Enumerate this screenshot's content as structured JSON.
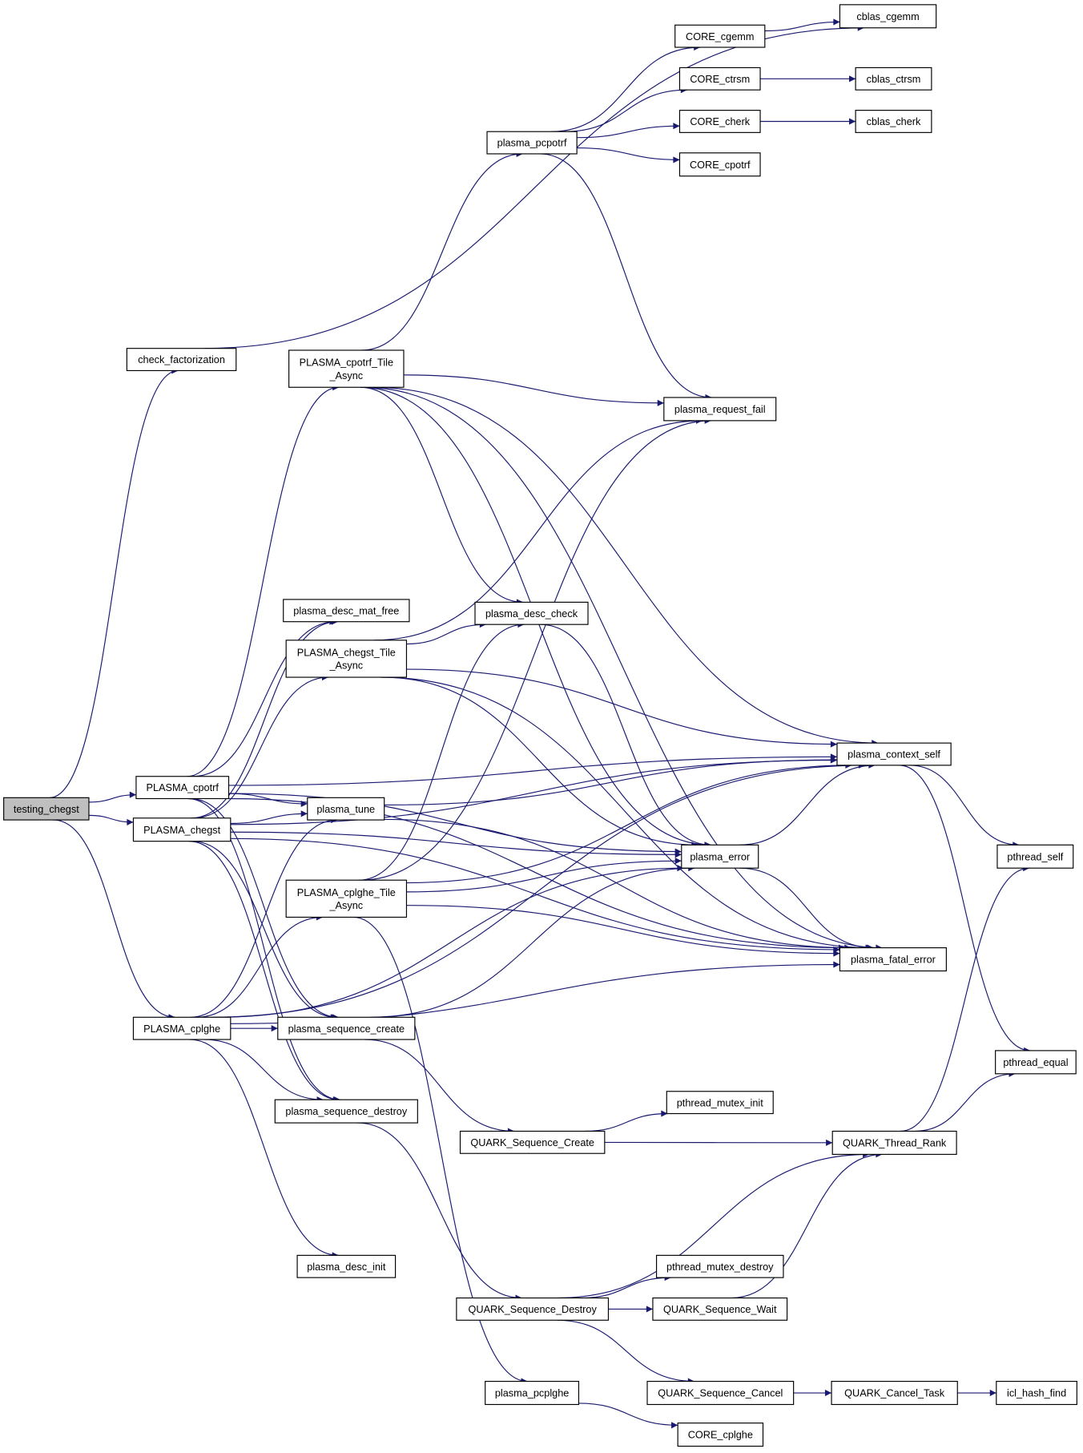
{
  "colors": {
    "edge": "#191970",
    "root_fill": "#bfbfbf",
    "node_fill": "#ffffff"
  },
  "nodes": [
    {
      "id": "testing_chegst",
      "lines": [
        "testing_chegst"
      ],
      "root": true
    },
    {
      "id": "PLASMA_cpotrf",
      "lines": [
        "PLASMA_cpotrf"
      ]
    },
    {
      "id": "PLASMA_chegst",
      "lines": [
        "PLASMA_chegst"
      ]
    },
    {
      "id": "PLASMA_cplghe",
      "lines": [
        "PLASMA_cplghe"
      ]
    },
    {
      "id": "check_factorization",
      "lines": [
        "check_factorization"
      ]
    },
    {
      "id": "PLASMA_cpotrf_Tile_Async",
      "lines": [
        "PLASMA_cpotrf_Tile",
        "_Async"
      ]
    },
    {
      "id": "PLASMA_chegst_Tile_Async",
      "lines": [
        "PLASMA_chegst_Tile",
        "_Async"
      ]
    },
    {
      "id": "PLASMA_cplghe_Tile_Async",
      "lines": [
        "PLASMA_cplghe_Tile",
        "_Async"
      ]
    },
    {
      "id": "plasma_desc_mat_free",
      "lines": [
        "plasma_desc_mat_free"
      ]
    },
    {
      "id": "plasma_tune",
      "lines": [
        "plasma_tune"
      ]
    },
    {
      "id": "plasma_sequence_create",
      "lines": [
        "plasma_sequence_create"
      ]
    },
    {
      "id": "plasma_sequence_destroy",
      "lines": [
        "plasma_sequence_destroy"
      ]
    },
    {
      "id": "plasma_desc_init",
      "lines": [
        "plasma_desc_init"
      ]
    },
    {
      "id": "plasma_pcpotrf",
      "lines": [
        "plasma_pcpotrf"
      ]
    },
    {
      "id": "plasma_desc_check",
      "lines": [
        "plasma_desc_check"
      ]
    },
    {
      "id": "QUARK_Sequence_Create",
      "lines": [
        "QUARK_Sequence_Create"
      ]
    },
    {
      "id": "QUARK_Sequence_Destroy",
      "lines": [
        "QUARK_Sequence_Destroy"
      ]
    },
    {
      "id": "plasma_pcplghe",
      "lines": [
        "plasma_pcplghe"
      ]
    },
    {
      "id": "QUARK_Sequence_Cancel",
      "lines": [
        "QUARK_Sequence_Cancel"
      ]
    },
    {
      "id": "CORE_cgemm",
      "lines": [
        "CORE_cgemm"
      ]
    },
    {
      "id": "CORE_ctrsm",
      "lines": [
        "CORE_ctrsm"
      ]
    },
    {
      "id": "CORE_cherk",
      "lines": [
        "CORE_cherk"
      ]
    },
    {
      "id": "CORE_cpotrf",
      "lines": [
        "CORE_cpotrf"
      ]
    },
    {
      "id": "plasma_request_fail",
      "lines": [
        "plasma_request_fail"
      ]
    },
    {
      "id": "plasma_error",
      "lines": [
        "plasma_error"
      ]
    },
    {
      "id": "pthread_mutex_init",
      "lines": [
        "pthread_mutex_init"
      ]
    },
    {
      "id": "pthread_mutex_destroy",
      "lines": [
        "pthread_mutex_destroy"
      ]
    },
    {
      "id": "QUARK_Sequence_Wait",
      "lines": [
        "QUARK_Sequence_Wait"
      ]
    },
    {
      "id": "CORE_cplghe",
      "lines": [
        "CORE_cplghe"
      ]
    },
    {
      "id": "cblas_cgemm",
      "lines": [
        "cblas_cgemm"
      ]
    },
    {
      "id": "cblas_ctrsm",
      "lines": [
        "cblas_ctrsm"
      ]
    },
    {
      "id": "cblas_cherk",
      "lines": [
        "cblas_cherk"
      ]
    },
    {
      "id": "plasma_context_self",
      "lines": [
        "plasma_context_self"
      ]
    },
    {
      "id": "plasma_fatal_error",
      "lines": [
        "plasma_fatal_error"
      ]
    },
    {
      "id": "QUARK_Thread_Rank",
      "lines": [
        "QUARK_Thread_Rank"
      ]
    },
    {
      "id": "QUARK_Cancel_Task",
      "lines": [
        "QUARK_Cancel_Task"
      ]
    },
    {
      "id": "icl_hash_find",
      "lines": [
        "icl_hash_find"
      ]
    },
    {
      "id": "pthread_self",
      "lines": [
        "pthread_self"
      ]
    },
    {
      "id": "pthread_equal",
      "lines": [
        "pthread_equal"
      ]
    }
  ],
  "edges": [
    [
      "testing_chegst",
      "check_factorization"
    ],
    [
      "testing_chegst",
      "PLASMA_cpotrf"
    ],
    [
      "testing_chegst",
      "PLASMA_chegst"
    ],
    [
      "testing_chegst",
      "PLASMA_cplghe"
    ],
    [
      "check_factorization",
      "cblas_cgemm"
    ],
    [
      "PLASMA_cpotrf",
      "PLASMA_cpotrf_Tile_Async"
    ],
    [
      "PLASMA_cpotrf",
      "plasma_desc_mat_free"
    ],
    [
      "PLASMA_cpotrf",
      "plasma_tune"
    ],
    [
      "PLASMA_cpotrf",
      "plasma_context_self"
    ],
    [
      "PLASMA_cpotrf",
      "plasma_error"
    ],
    [
      "PLASMA_cpotrf",
      "plasma_fatal_error"
    ],
    [
      "PLASMA_cpotrf",
      "plasma_sequence_create"
    ],
    [
      "PLASMA_cpotrf",
      "plasma_sequence_destroy"
    ],
    [
      "PLASMA_chegst",
      "PLASMA_chegst_Tile_Async"
    ],
    [
      "PLASMA_chegst",
      "plasma_desc_mat_free"
    ],
    [
      "PLASMA_chegst",
      "plasma_tune"
    ],
    [
      "PLASMA_chegst",
      "plasma_context_self"
    ],
    [
      "PLASMA_chegst",
      "plasma_error"
    ],
    [
      "PLASMA_chegst",
      "plasma_fatal_error"
    ],
    [
      "PLASMA_chegst",
      "plasma_sequence_create"
    ],
    [
      "PLASMA_chegst",
      "plasma_sequence_destroy"
    ],
    [
      "PLASMA_cplghe",
      "PLASMA_cplghe_Tile_Async"
    ],
    [
      "PLASMA_cplghe",
      "plasma_tune"
    ],
    [
      "PLASMA_cplghe",
      "plasma_context_self"
    ],
    [
      "PLASMA_cplghe",
      "plasma_error"
    ],
    [
      "PLASMA_cplghe",
      "plasma_fatal_error"
    ],
    [
      "PLASMA_cplghe",
      "plasma_sequence_create"
    ],
    [
      "PLASMA_cplghe",
      "plasma_sequence_destroy"
    ],
    [
      "PLASMA_cplghe",
      "plasma_desc_init"
    ],
    [
      "PLASMA_cpotrf_Tile_Async",
      "plasma_pcpotrf"
    ],
    [
      "PLASMA_cpotrf_Tile_Async",
      "plasma_context_self"
    ],
    [
      "PLASMA_cpotrf_Tile_Async",
      "plasma_request_fail"
    ],
    [
      "PLASMA_cpotrf_Tile_Async",
      "plasma_desc_check"
    ],
    [
      "PLASMA_cpotrf_Tile_Async",
      "plasma_error"
    ],
    [
      "PLASMA_cpotrf_Tile_Async",
      "plasma_fatal_error"
    ],
    [
      "PLASMA_chegst_Tile_Async",
      "plasma_context_self"
    ],
    [
      "PLASMA_chegst_Tile_Async",
      "plasma_desc_check"
    ],
    [
      "PLASMA_chegst_Tile_Async",
      "plasma_error"
    ],
    [
      "PLASMA_chegst_Tile_Async",
      "plasma_fatal_error"
    ],
    [
      "PLASMA_chegst_Tile_Async",
      "plasma_request_fail"
    ],
    [
      "PLASMA_cplghe_Tile_Async",
      "plasma_pcplghe"
    ],
    [
      "PLASMA_cplghe_Tile_Async",
      "plasma_error"
    ],
    [
      "PLASMA_cplghe_Tile_Async",
      "plasma_fatal_error"
    ],
    [
      "PLASMA_cplghe_Tile_Async",
      "plasma_request_fail"
    ],
    [
      "PLASMA_cplghe_Tile_Async",
      "plasma_desc_check"
    ],
    [
      "PLASMA_cplghe_Tile_Async",
      "plasma_context_self"
    ],
    [
      "plasma_pcpotrf",
      "CORE_cgemm"
    ],
    [
      "plasma_pcpotrf",
      "CORE_ctrsm"
    ],
    [
      "plasma_pcpotrf",
      "CORE_cherk"
    ],
    [
      "plasma_pcpotrf",
      "CORE_cpotrf"
    ],
    [
      "plasma_pcpotrf",
      "plasma_request_fail"
    ],
    [
      "CORE_cgemm",
      "cblas_cgemm"
    ],
    [
      "CORE_ctrsm",
      "cblas_ctrsm"
    ],
    [
      "CORE_cherk",
      "cblas_cherk"
    ],
    [
      "plasma_tune",
      "plasma_context_self"
    ],
    [
      "plasma_tune",
      "plasma_fatal_error"
    ],
    [
      "plasma_desc_check",
      "plasma_error"
    ],
    [
      "plasma_error",
      "plasma_context_self"
    ],
    [
      "plasma_error",
      "plasma_fatal_error"
    ],
    [
      "plasma_context_self",
      "pthread_self"
    ],
    [
      "plasma_context_self",
      "pthread_equal"
    ],
    [
      "plasma_sequence_create",
      "plasma_error"
    ],
    [
      "plasma_sequence_create",
      "QUARK_Sequence_Create"
    ],
    [
      "plasma_sequence_destroy",
      "QUARK_Sequence_Destroy"
    ],
    [
      "QUARK_Sequence_Create",
      "pthread_mutex_init"
    ],
    [
      "QUARK_Sequence_Create",
      "QUARK_Thread_Rank"
    ],
    [
      "QUARK_Sequence_Destroy",
      "pthread_mutex_destroy"
    ],
    [
      "QUARK_Sequence_Destroy",
      "QUARK_Sequence_Wait"
    ],
    [
      "QUARK_Sequence_Destroy",
      "QUARK_Sequence_Cancel"
    ],
    [
      "QUARK_Sequence_Destroy",
      "QUARK_Thread_Rank"
    ],
    [
      "QUARK_Sequence_Wait",
      "QUARK_Thread_Rank"
    ],
    [
      "QUARK_Thread_Rank",
      "pthread_self"
    ],
    [
      "QUARK_Thread_Rank",
      "pthread_equal"
    ],
    [
      "QUARK_Sequence_Cancel",
      "QUARK_Cancel_Task"
    ],
    [
      "QUARK_Cancel_Task",
      "icl_hash_find"
    ],
    [
      "plasma_pcplghe",
      "CORE_cplghe"
    ]
  ]
}
